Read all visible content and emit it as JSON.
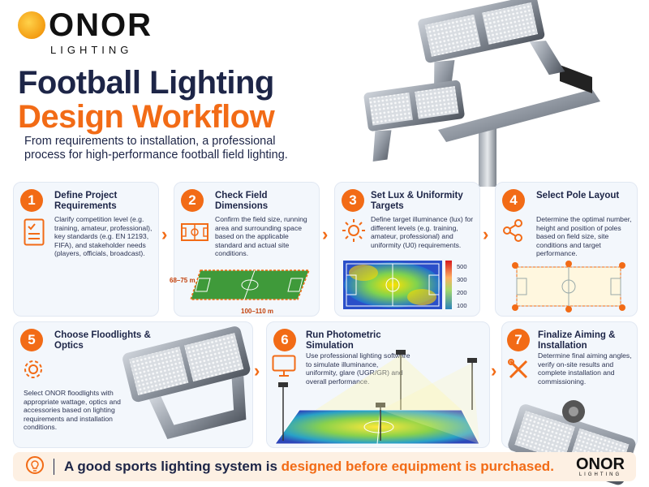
{
  "brand": {
    "logo_text": "ONOR",
    "logo_subtext": "LIGHTING"
  },
  "header": {
    "title_line1": "Football Lighting",
    "title_line2": "Design Workflow",
    "subtitle": "From requirements to installation, a professional process for high-performance football field lighting."
  },
  "steps": [
    {
      "number": "1",
      "title": "Define Project Requirements",
      "body": "Clarify competition level (e.g. training, amateur, professional), key standards (e.g. EN 12193, FIFA), and stakeholder needs (players, officials, broadcast).",
      "icon": "checklist-icon"
    },
    {
      "number": "2",
      "title": "Check Field Dimensions",
      "body": "Confirm the field size, running area and surrounding space based on the applicable standard and actual site conditions.",
      "icon": "field-icon",
      "width_label": "68–75 m",
      "length_label": "100–110 m"
    },
    {
      "number": "3",
      "title": "Set Lux & Uniformity Targets",
      "body": "Define target illuminance (lux) for different levels (e.g. training, amateur, professional) and uniformity (U0) requirements.",
      "icon": "sun-icon",
      "scale_labels": [
        "500",
        "300",
        "200",
        "100"
      ]
    },
    {
      "number": "4",
      "title": "Select Pole Layout",
      "body": "Determine the optimal number, height and position of poles based on field size, site conditions and target performance.",
      "icon": "nodes-icon"
    },
    {
      "number": "5",
      "title": "Choose Floodlights & Optics",
      "body": "Select ONOR floodlights with appropriate wattage, optics and accessories based on lighting requirements and installation conditions.",
      "icon": "gear-icon"
    },
    {
      "number": "6",
      "title": "Run Photometric Simulation",
      "body": "Use professional lighting software to simulate illuminance, uniformity, glare (UGR/GR) and overall performance.",
      "icon": "monitor-icon"
    },
    {
      "number": "7",
      "title": "Finalize Aiming & Installation",
      "body": "Determine final aiming angles, verify on-site results and complete installation and commissioning.",
      "icon": "tools-icon"
    }
  ],
  "arrows": {
    "glyph": "›"
  },
  "footer": {
    "text_start": "A good sports lighting system is ",
    "text_highlight": "designed before equipment is purchased.",
    "icon": "lightbulb-icon"
  },
  "colors": {
    "accent": "#f26b16",
    "navy": "#1d2547",
    "card_bg": "#f3f7fc",
    "footer_bg": "#fdf0e3"
  }
}
